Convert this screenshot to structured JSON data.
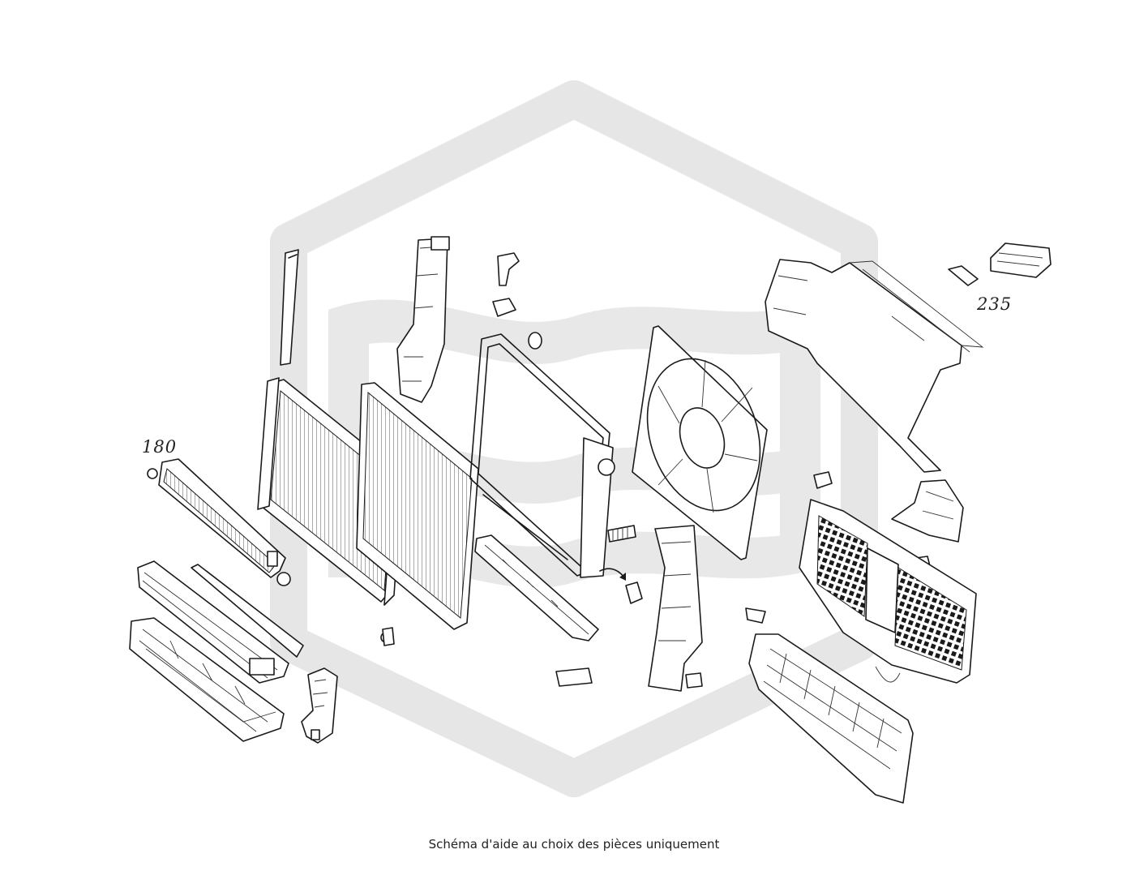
{
  "diagram": {
    "callouts": [
      {
        "id": "part-180",
        "text": "180"
      },
      {
        "id": "part-235",
        "text": "235"
      }
    ],
    "caption": "Schéma d'aide au choix des pièces uniquement"
  },
  "colors": {
    "line": "#1a1a1a",
    "watermark": "#e6e6e6",
    "background": "#ffffff"
  }
}
